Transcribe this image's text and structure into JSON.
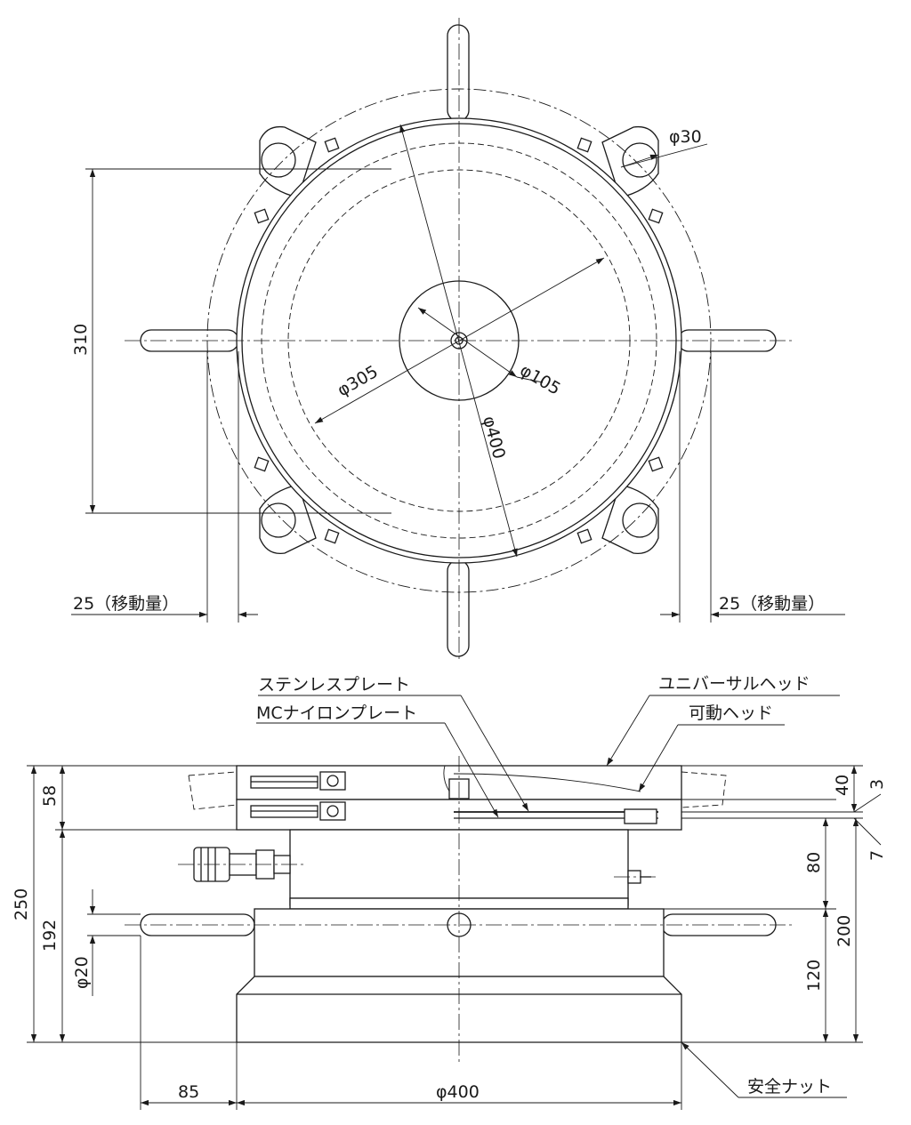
{
  "top_view": {
    "dim_phi30": "φ30",
    "dim_310": "310",
    "dim_phi305": "φ305",
    "dim_phi105": "φ105",
    "dim_phi400": "φ400",
    "dim_left_travel": "25（移動量）",
    "dim_right_travel": "25（移動量）"
  },
  "side_view": {
    "label_stainless_plate": "ステンレスプレート",
    "label_mc_nylon_plate": "MCナイロンプレート",
    "label_universal_head": "ユニバーサルヘッド",
    "label_movable_head": "可動ヘッド",
    "label_safety_nut": "安全ナット",
    "dim_58": "58",
    "dim_250": "250",
    "dim_192": "192",
    "dim_phi20": "φ20",
    "dim_85": "85",
    "dim_phi400_bottom": "φ400",
    "dim_40": "40",
    "dim_3": "3",
    "dim_7": "7",
    "dim_80": "80",
    "dim_200": "200",
    "dim_120": "120"
  }
}
